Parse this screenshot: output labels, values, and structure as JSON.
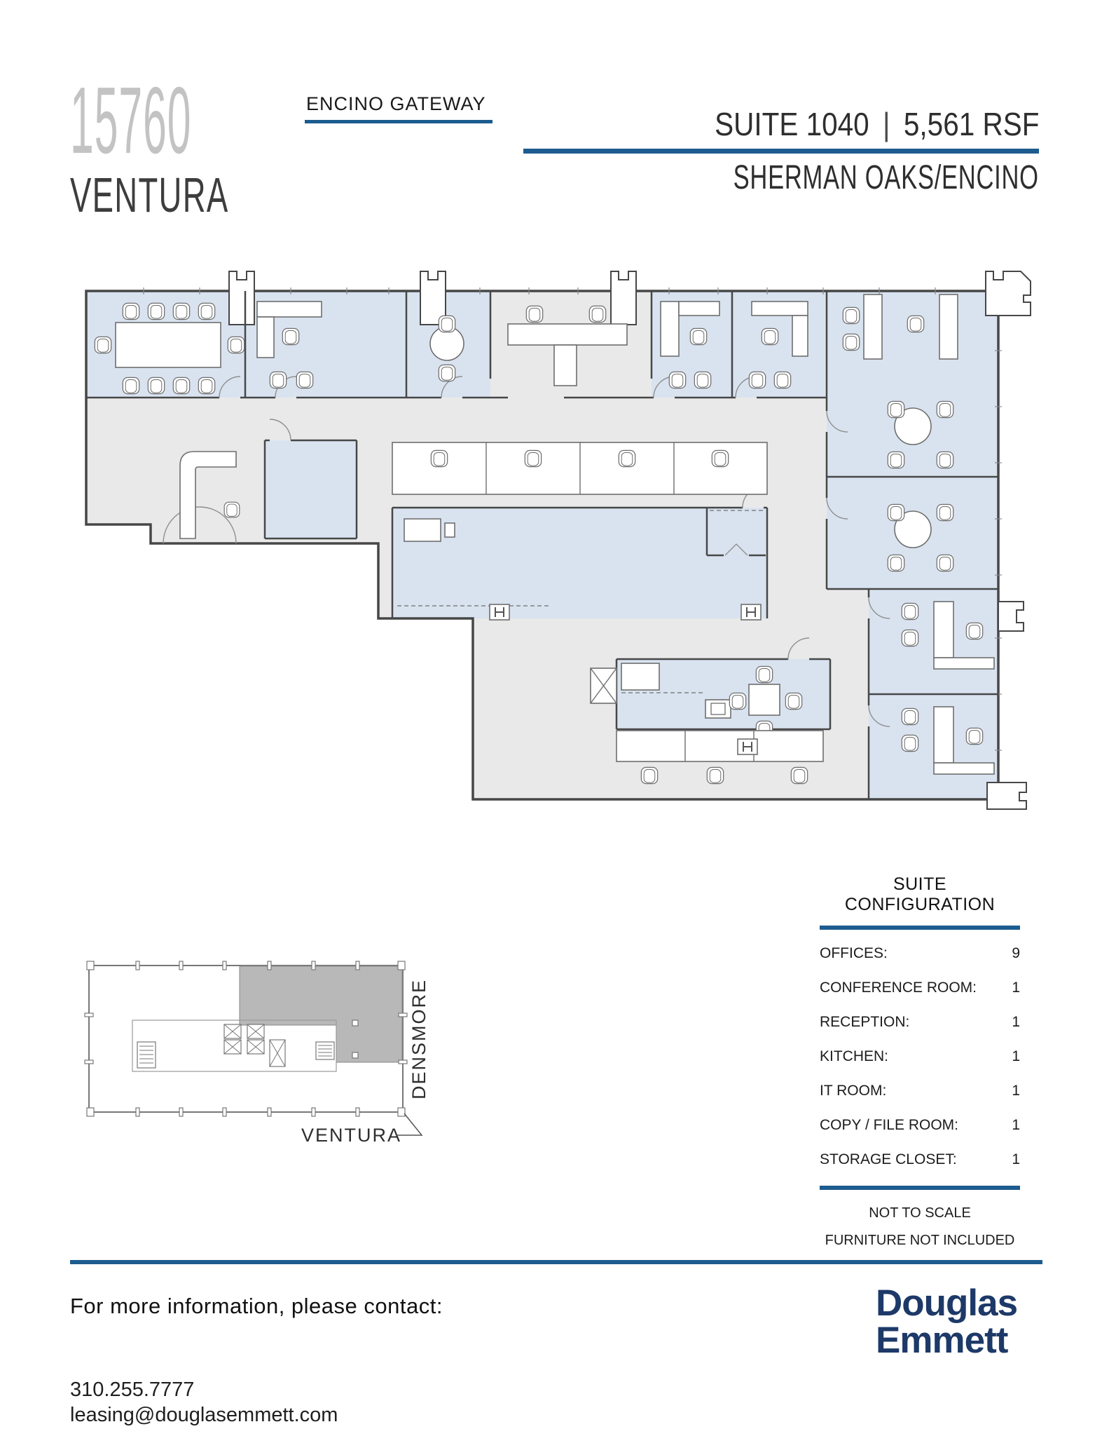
{
  "header": {
    "building_number": "15760",
    "building_name": "VENTURA",
    "property_name": "ENCINO GATEWAY",
    "suite_label": "SUITE 1040",
    "divider": "|",
    "area_label": "5,561 RSF",
    "submarket": "SHERMAN OAKS/ENCINO"
  },
  "suite_configuration": {
    "title": "SUITE CONFIGURATION",
    "rows": [
      {
        "label": "OFFICES:",
        "value": "9"
      },
      {
        "label": "CONFERENCE ROOM:",
        "value": "1"
      },
      {
        "label": "RECEPTION:",
        "value": "1"
      },
      {
        "label": "KITCHEN:",
        "value": "1"
      },
      {
        "label": "IT ROOM:",
        "value": "1"
      },
      {
        "label": "COPY / FILE ROOM:",
        "value": "1"
      },
      {
        "label": "STORAGE CLOSET:",
        "value": "1"
      }
    ],
    "note1": "NOT TO SCALE",
    "note2": "FURNITURE NOT INCLUDED"
  },
  "key_plan": {
    "street_side": "DENSMORE",
    "street_bottom": "VENTURA"
  },
  "footer": {
    "contact_heading": "For more information, please contact:",
    "phone": "310.255.7777",
    "email": "leasing@douglasemmett.com",
    "logo_line1": "Douglas",
    "logo_line2": "Emmett"
  },
  "colors": {
    "accent_blue": "#1d5c8f",
    "logo_navy": "#1d3968",
    "room_blue": "#d9e3f0",
    "floor_gray": "#e9e9e9",
    "keyplan_gray": "#b8b8b8"
  }
}
